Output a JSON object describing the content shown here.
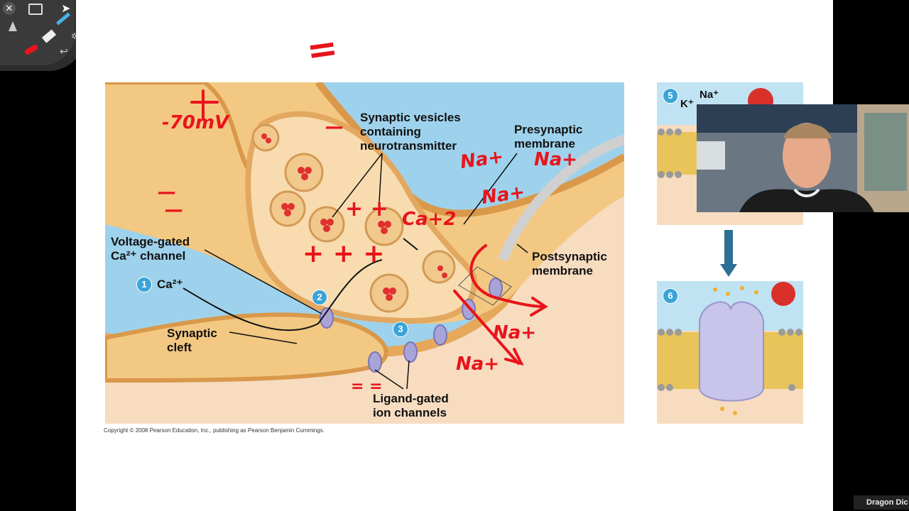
{
  "slide": {
    "labels": {
      "vesicles": "Synaptic vesicles\ncontaining\nneurotransmitter",
      "presynaptic": "Presynaptic\nmembrane",
      "voltage_gated": "Voltage-gated\nCa²⁺ channel",
      "ca_label": "Ca²⁺",
      "cleft": "Synaptic\ncleft",
      "postsynaptic": "Postsynaptic\nmembrane",
      "ligand": "Ligand-gated\nion channels"
    },
    "steps": [
      "1",
      "2",
      "3",
      "5",
      "6"
    ],
    "ions": {
      "k": "K⁺",
      "na": "Na⁺"
    },
    "copyright": "Copyright © 2008 Pearson Education, Inc., publishing as Pearson Benjamin Cummings."
  },
  "annotations": {
    "minus_top": "=",
    "voltage": "-70mV",
    "dash1": "—",
    "dash2": "—",
    "dash3": "—",
    "na1": "Na+",
    "na2": "Na+",
    "na3": "Na+",
    "na4": "Na+",
    "na5": "Na+",
    "ca2": "Ca+2",
    "plus1": "+ +",
    "plus2": "+ + +",
    "bottom_marks": "= ="
  },
  "taskbar": {
    "dragon_label": "Dragon Dic"
  },
  "colors": {
    "ink": "#e8141c",
    "axon": "#f3c882",
    "cleft": "#9ed2ec",
    "post": "#f7dcc0",
    "step": "#3aa4d8"
  }
}
